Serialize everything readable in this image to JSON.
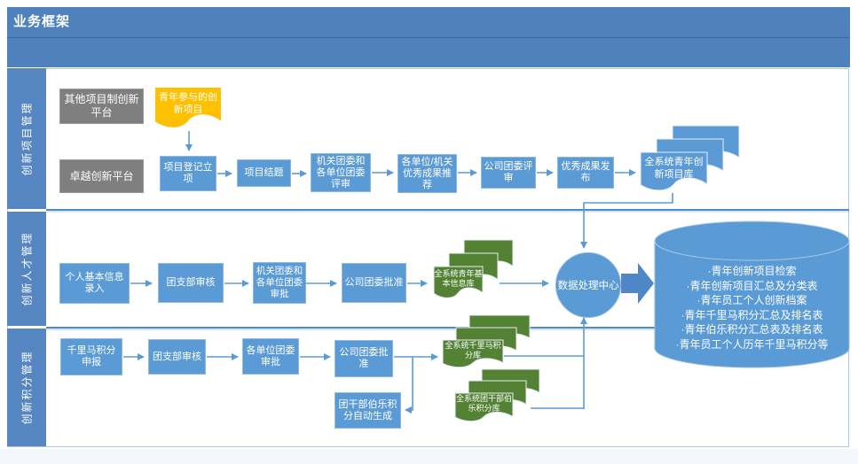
{
  "title": "业务框架",
  "colors": {
    "header_blue": "#4F81BD",
    "lane_blue": "#5586C1",
    "box_blue": "#5B9BD5",
    "box_gray": "#7F7F7F",
    "doc_orange": "#FFC000",
    "doc_green": "#548235",
    "connector_blue": "#5B9BD5"
  },
  "lanes": [
    {
      "label": "创新项目管理"
    },
    {
      "label": "创新人才管理"
    },
    {
      "label": "创新积分管理"
    }
  ],
  "lane1": {
    "platform_other": "其他项目制创新平台",
    "youth_projects_doc": "青年参与的创新项目",
    "platform_excellence": "卓越创新平台",
    "register": "项目登记立项",
    "conclude": "项目结题",
    "league_review": "机关团委和各单位团委评审",
    "recommend": "各单位/机关优秀成果推荐",
    "company_review": "公司团委评审",
    "publish": "优秀成果发布",
    "project_library": "全系统青年创新项目库"
  },
  "lane2": {
    "info_entry": "个人基本信息录入",
    "branch_review": "团支部审核",
    "league_approve": "机关团委和各单位团委审批",
    "company_approve": "公司团委批准",
    "info_library": "全系统青年基本信息库",
    "data_center": "数据处理中心",
    "output_library": [
      "·青年创新项目检索",
      "·青年创新项目汇总及分类表",
      "·青年员工个人创新档案",
      "·青年千里马积分汇总及排名表",
      "·青年伯乐积分汇总表及排名表",
      "·青年员工个人历年千里马积分等"
    ]
  },
  "lane3": {
    "points_declare": "千里马积分申报",
    "branch_review": "团支部审核",
    "unit_approve": "各单位团委审批",
    "company_approve": "公司团委批准",
    "qianlima_library": "全系统千里马积分库",
    "bole_auto": "团干部伯乐积分自动生成",
    "bole_library": "全系统团干部伯乐积分库"
  }
}
